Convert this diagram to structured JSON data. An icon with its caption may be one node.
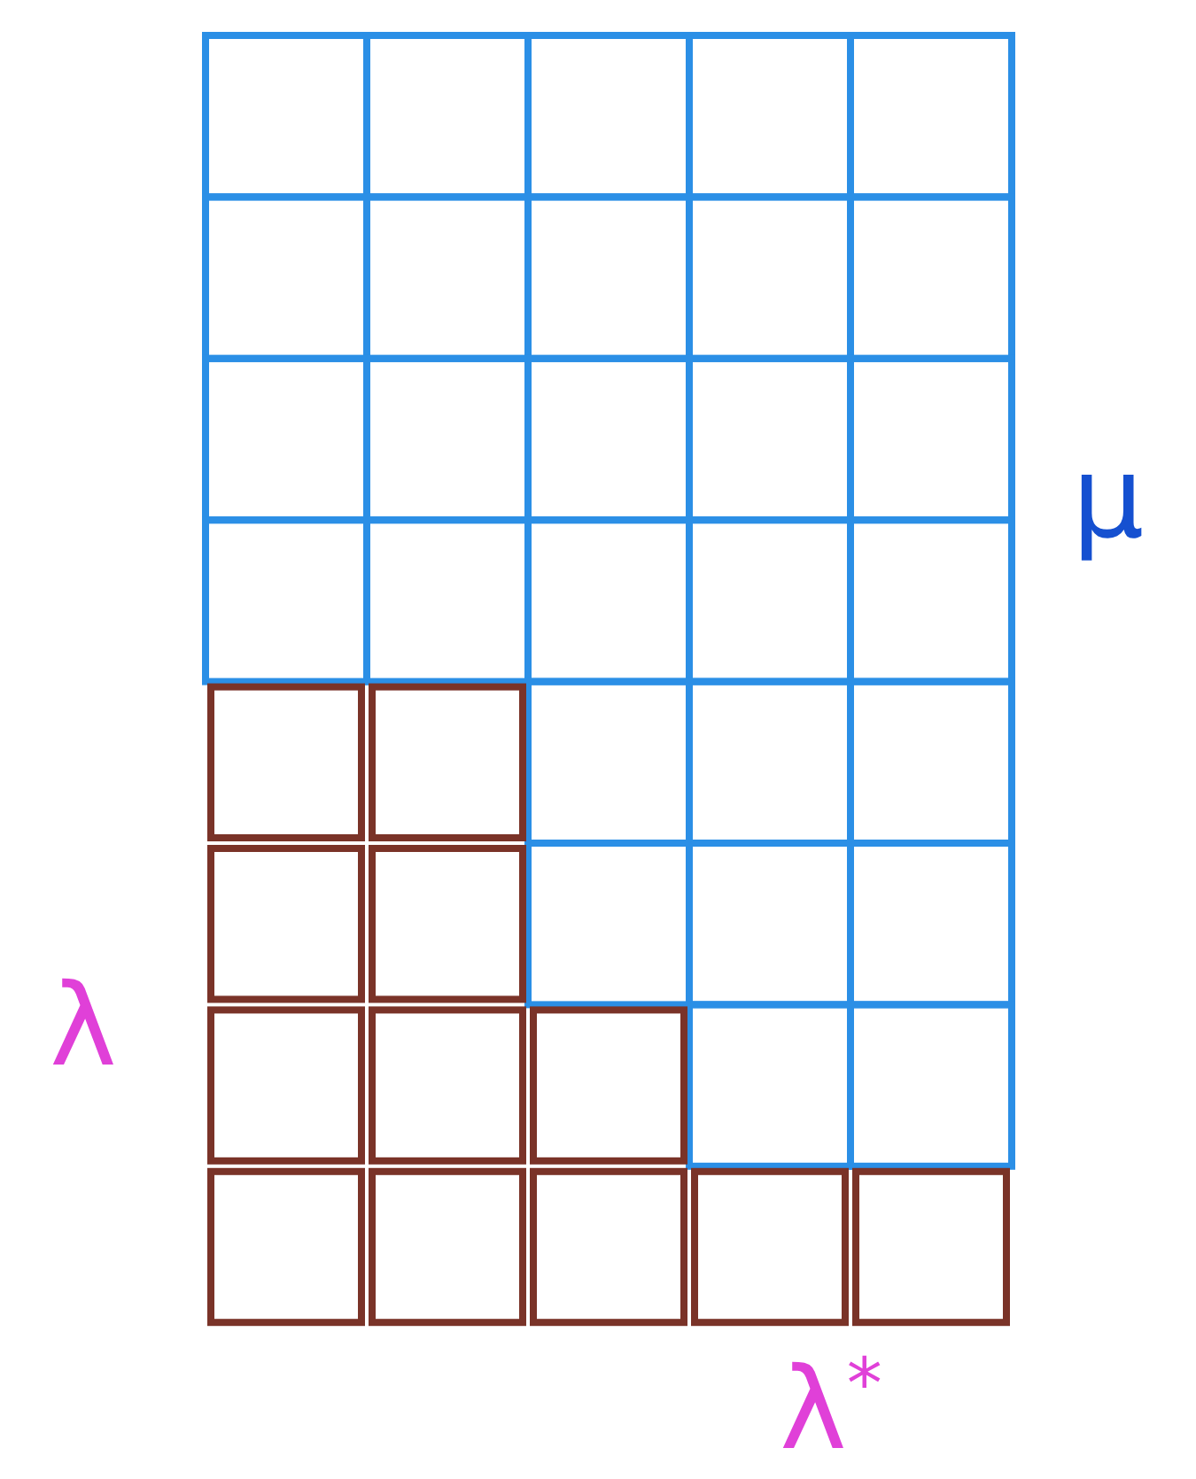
{
  "diagram": {
    "labels": [
      "μ",
      "λ",
      "λ$^{*}$"
    ]
  }
}
